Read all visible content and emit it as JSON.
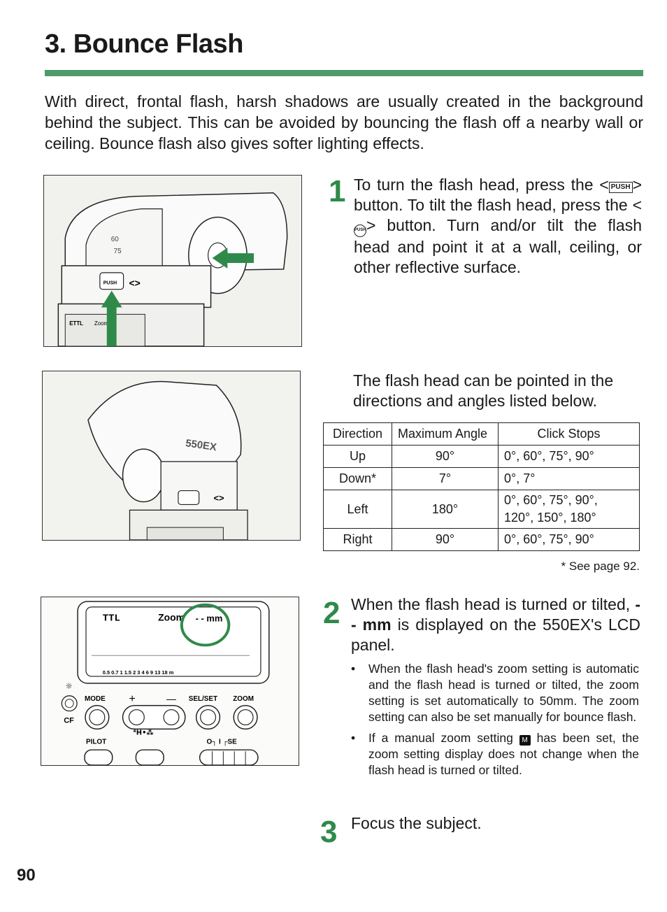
{
  "header": {
    "title": "3. Bounce Flash"
  },
  "intro": "With direct, frontal flash, harsh shadows are usually created in the background behind the subject. This can be avoided by bouncing the flash off a nearby wall or ceiling. Bounce flash also gives softer lighting effects.",
  "colors": {
    "accent_green": "#2f8a4a",
    "rule_green": "#4e9a6a"
  },
  "figures": {
    "fig1": {
      "scale_60": "60",
      "scale_75": "75",
      "push_label": "PUSH",
      "arrows_symbol": "<>",
      "lcd_ettl": "ETTL",
      "lcd_zoom": "Zoom"
    },
    "fig2": {
      "model_label": "550EX",
      "arrows_symbol": "<>"
    },
    "fig3": {
      "lcd_ttl": "TTL",
      "lcd_zoom": "Zoom",
      "lcd_mm": "- - mm",
      "lcd_scale": "0.5 0.7  1  1.5  2   3   4   6   9  13  18  m",
      "mode_label": "MODE",
      "plus_label": "+",
      "minus_label": "—",
      "sel_set_label": "SEL/SET",
      "zoom_label": "ZOOM",
      "cf_label": "CF",
      "pilot_label": "PILOT",
      "sync_label": "⁴H•⁂",
      "switch_label": "O┐ I ┌SE"
    }
  },
  "step1": {
    "number": "1",
    "text_a": "To turn the flash head, press the <",
    "push_button": "PUSH",
    "text_b": "> button. To tilt the flash head, press the <",
    "push_circle": "PUSH",
    "text_c": "> button. Turn and/or tilt the flash head and point it at a wall, ceiling, or other reflective surface."
  },
  "angles": {
    "intro": "The flash head can be pointed in the directions and angles listed below.",
    "headers": [
      "Direction",
      "Maximum Angle",
      "Click Stops"
    ],
    "rows": [
      {
        "direction": "Up",
        "max": "90°",
        "stops_1": "0°, 60°, 75°, 90°",
        "stops_2": ""
      },
      {
        "direction": "Down*",
        "max": "7°",
        "stops_1": "0°, 7°",
        "stops_2": ""
      },
      {
        "direction": "Left",
        "max": "180°",
        "stops_1": "0°, 60°, 75°, 90°,",
        "stops_2": "120°, 150°, 180°"
      },
      {
        "direction": "Right",
        "max": "90°",
        "stops_1": "0°, 60°, 75°, 90°",
        "stops_2": ""
      }
    ],
    "footnote": "* See page 92."
  },
  "step2": {
    "number": "2",
    "text_a": "When the flash head is turned or tilted, ",
    "mm_symbol": "- - mm",
    "text_b": " is displayed on the 550EX's LCD panel.",
    "bullet1": "When the flash head's zoom setting is automatic and the flash head is turned or tilted, the zoom setting is set automatically to 50mm. The zoom setting can also be set manually for bounce flash.",
    "bullet2_a": "If a manual zoom setting ",
    "bullet2_icon": "M",
    "bullet2_b": " has been set, the zoom setting display does not change when the flash head is turned or tilted."
  },
  "step3": {
    "number": "3",
    "text": "Focus the subject."
  },
  "footer": {
    "page_number": "90"
  }
}
